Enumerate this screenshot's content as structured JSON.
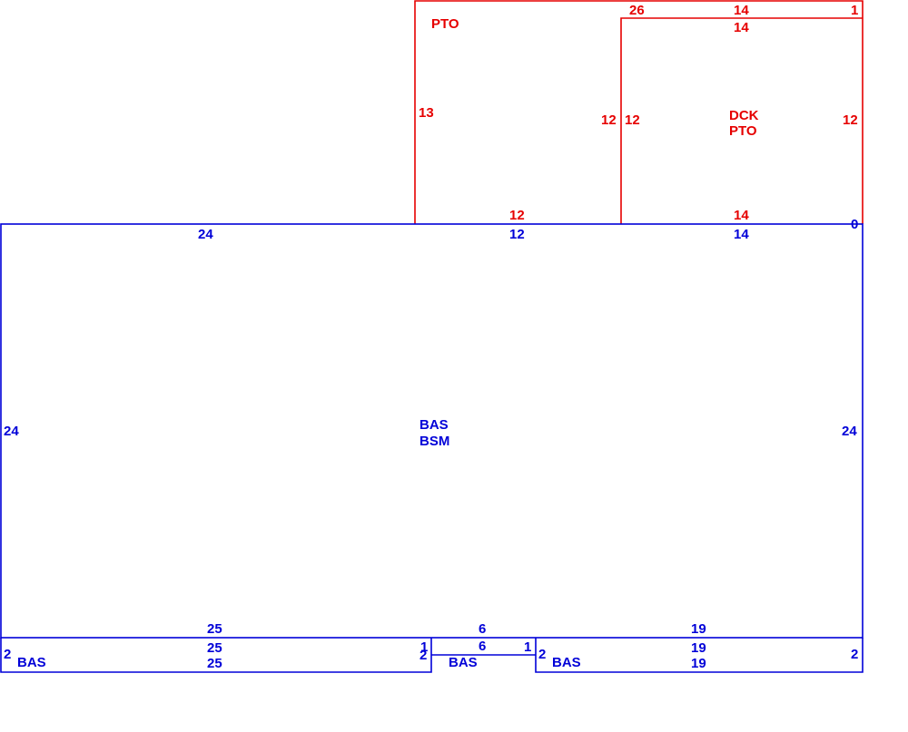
{
  "colors": {
    "upper_level": "#e60000",
    "main_level": "#0000d8",
    "background": "#ffffff"
  },
  "areas": {
    "pto_upper": {
      "label": "PTO"
    },
    "dck_pto": {
      "label_line1": "DCK",
      "label_line2": "PTO"
    },
    "bas_bsm": {
      "label_line1": "BAS",
      "label_line2": "BSM"
    },
    "bas_left": {
      "label": "BAS"
    },
    "bas_center": {
      "label": "BAS"
    },
    "bas_right": {
      "label": "BAS"
    }
  },
  "dimensions": {
    "pto_top_26": "26",
    "pto_top_14": "14",
    "pto_top_1": "1",
    "dck_top_14": "14",
    "pto_left_13": "13",
    "pto_right_12": "12",
    "dck_left_12": "12",
    "dck_right_12": "12",
    "pto_bottom_12": "12",
    "dck_bottom_14": "14",
    "bsm_top_24": "24",
    "bsm_top_12": "12",
    "bsm_top_14": "14",
    "bsm_corner_0": "0",
    "bsm_left_24": "24",
    "bsm_right_24": "24",
    "bsm_bottom_25": "25",
    "bsm_bottom_6": "6",
    "bsm_bottom_19": "19",
    "bas_left_top_25": "25",
    "bas_left_bottom_25": "25",
    "bas_left_left_2": "2",
    "bas_left_right_2": "2",
    "bas_left_notch_1": "1",
    "bas_center_top_6": "6",
    "bas_center_notch_1": "1",
    "bas_right_left_2": "2",
    "bas_right_top_19": "19",
    "bas_right_bottom_19": "19",
    "bas_right_right_2": "2"
  }
}
